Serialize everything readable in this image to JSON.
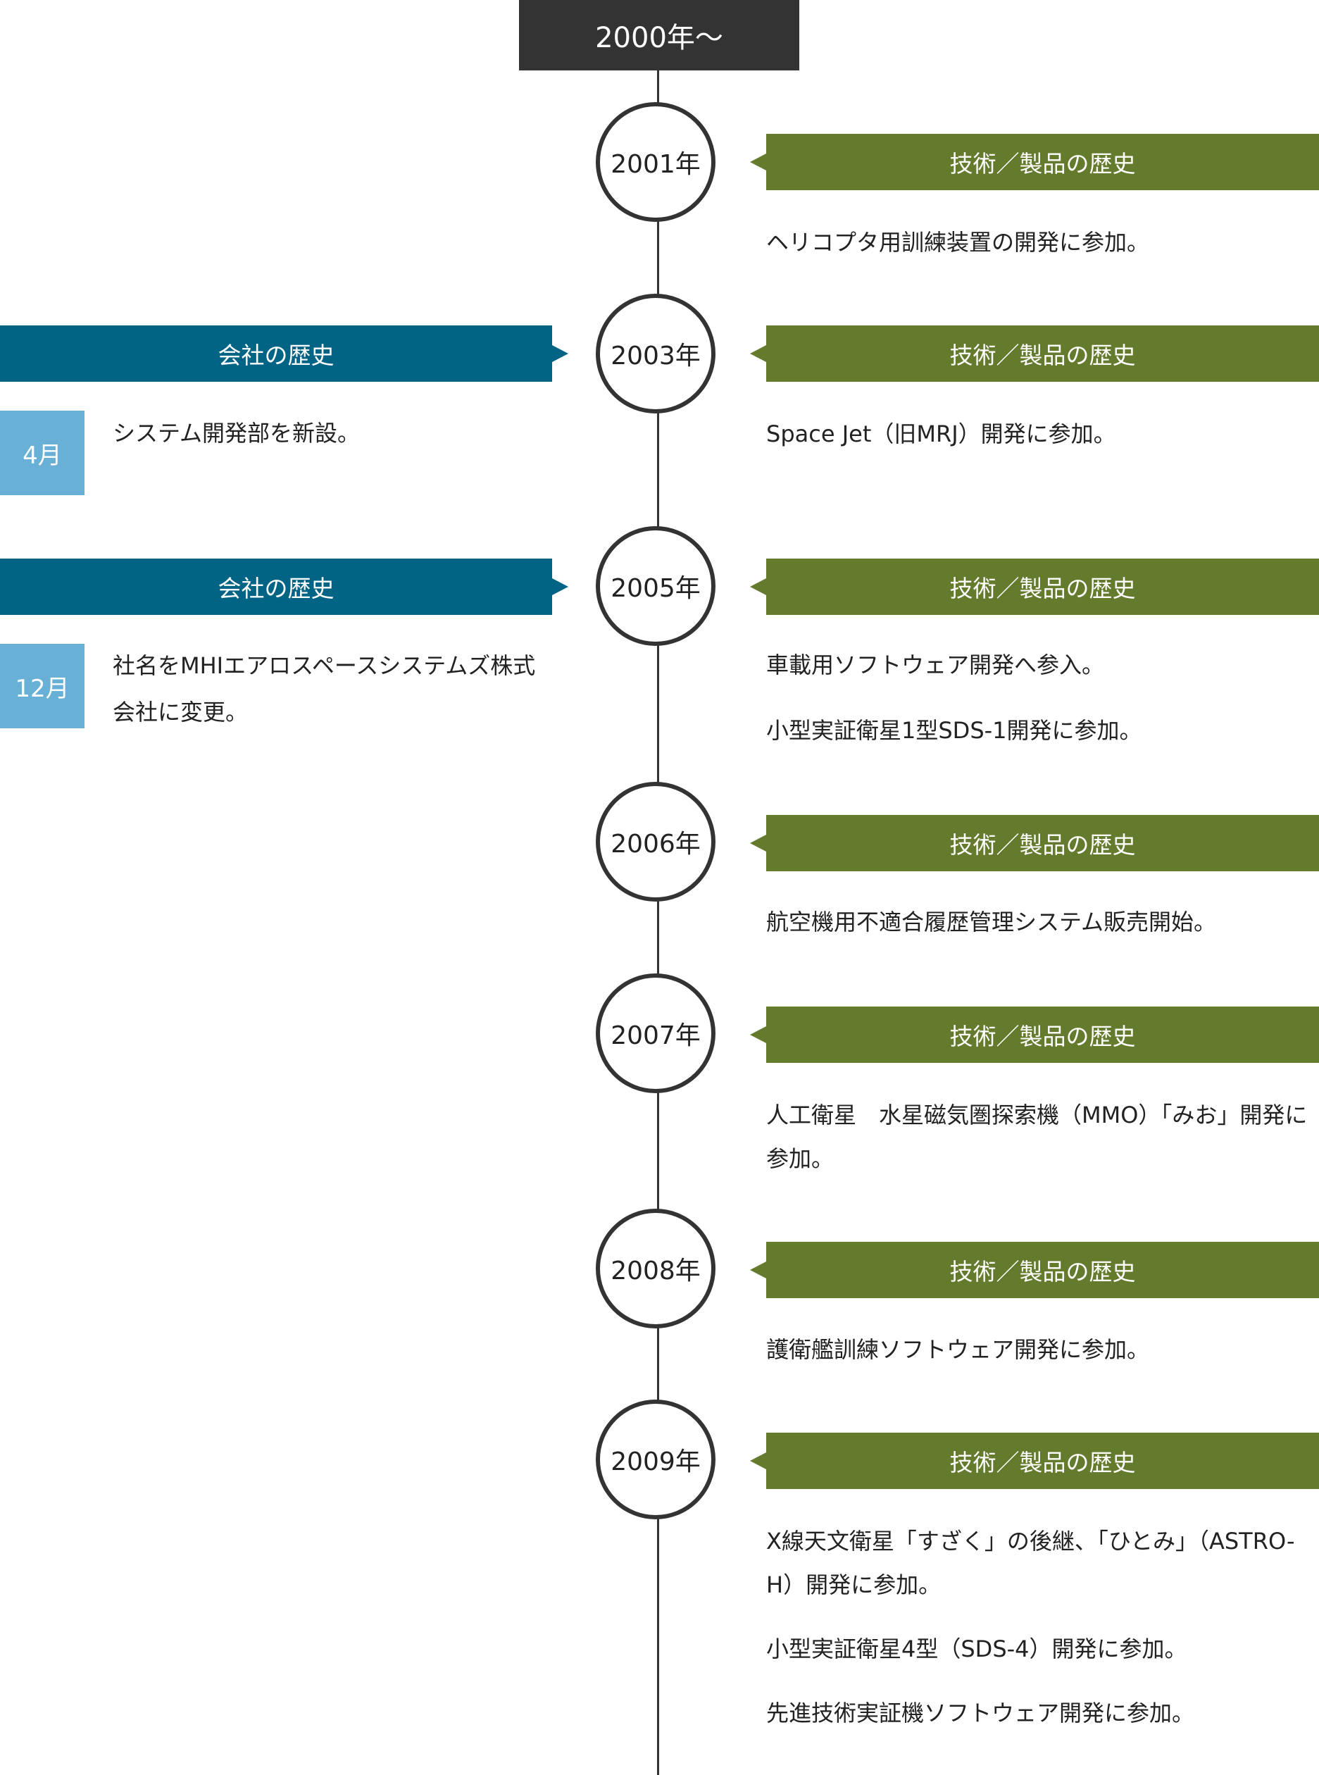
{
  "era": "2000年〜",
  "labels": {
    "tech": "技術／製品の歴史",
    "company": "会社の歴史"
  },
  "colors": {
    "tech_banner": "#647b2d",
    "company_banner": "#026485",
    "month_badge": "#69b0d7",
    "era_header": "#333333"
  },
  "years": [
    {
      "year": "2001年",
      "tech": [
        "ヘリコプタ用訓練装置の開発に参加。"
      ]
    },
    {
      "year": "2003年",
      "company": {
        "month": "4月",
        "text": "システム開発部を新設。"
      },
      "tech": [
        "Space Jet（旧MRJ）開発に参加。"
      ]
    },
    {
      "year": "2005年",
      "company": {
        "month": "12月",
        "text": "社名をMHIエアロスペースシステムズ株式会社に変更。"
      },
      "tech": [
        "車載用ソフトウェア開発へ参入。",
        "小型実証衛星1型SDS-1開発に参加。"
      ]
    },
    {
      "year": "2006年",
      "tech": [
        "航空機用不適合履歴管理システム販売開始。"
      ]
    },
    {
      "year": "2007年",
      "tech": [
        "人工衛星　水星磁気圏探索機（MMO）「みお」開発に参加。"
      ]
    },
    {
      "year": "2008年",
      "tech": [
        "護衛艦訓練ソフトウェア開発に参加。"
      ]
    },
    {
      "year": "2009年",
      "tech": [
        "X線天文衛星「すざく」の後継、「ひとみ」（ASTRO-H）開発に参加。",
        "小型実証衛星4型（SDS-4）開発に参加。",
        "先進技術実証機ソフトウェア開発に参加。"
      ]
    }
  ]
}
